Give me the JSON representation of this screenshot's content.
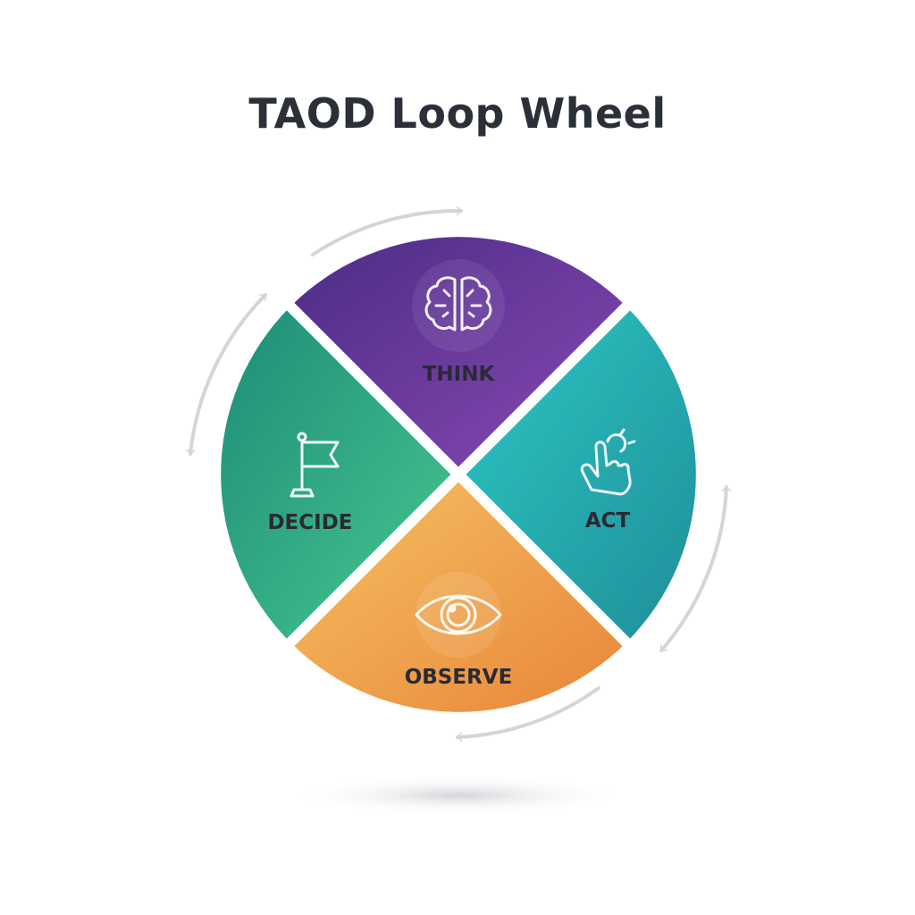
{
  "title": "TAOD Loop Wheel",
  "segments": [
    {
      "label": "THINK",
      "icon": "brain-icon",
      "color_start": "#4b2c86",
      "color_end": "#8a49b4"
    },
    {
      "label": "ACT",
      "icon": "hand-wrench-icon",
      "color_start": "#2cc8c4",
      "color_end": "#208e9a"
    },
    {
      "label": "OBSERVE",
      "icon": "eye-icon",
      "color_start": "#f6c362",
      "color_end": "#e8853a"
    },
    {
      "label": "DECIDE",
      "icon": "flag-icon",
      "color_start": "#1d8c78",
      "color_end": "#48c891"
    }
  ],
  "arrow_color": "#d3d5d9"
}
